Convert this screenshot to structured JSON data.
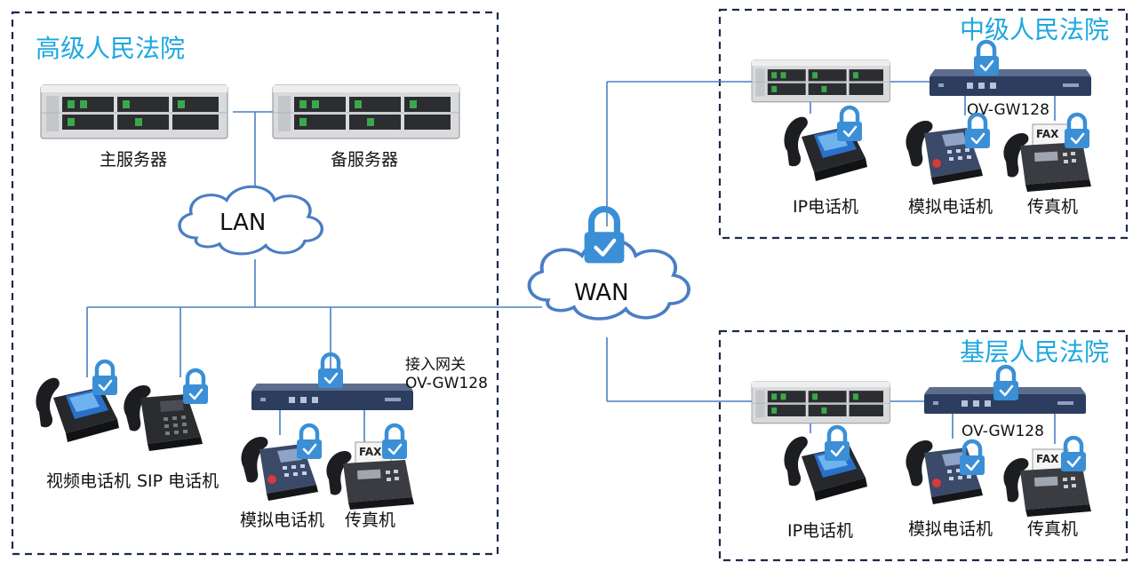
{
  "regions": {
    "high_court": {
      "title": "高级人民法院"
    },
    "mid_court": {
      "title": "中级人民法院"
    },
    "basic_court": {
      "title": "基层人民法院"
    }
  },
  "high_court": {
    "main_server_label": "主服务器",
    "backup_server_label": "备服务器",
    "lan_label": "LAN",
    "video_phone_label": "视频电话机",
    "sip_phone_label": "SIP 电话机",
    "analog_phone_label": "模拟电话机",
    "fax_label": "传真机",
    "gateway_label_line1": "接入网关",
    "gateway_label_line2": "OV-GW128"
  },
  "wan_label": "WAN",
  "mid_court": {
    "gateway_label": "OV-GW128",
    "ip_phone_label": "IP电话机",
    "analog_phone_label": "模拟电话机",
    "fax_label": "传真机"
  },
  "basic_court": {
    "gateway_label": "OV-GW128",
    "ip_phone_label": "IP电话机",
    "analog_phone_label": "模拟电话机",
    "fax_label": "传真机"
  },
  "device_text": {
    "fax_screen": "FAX"
  },
  "colors": {
    "accent": "#1ea7e1",
    "link": "#4a7ec4",
    "border": "#1b2a4e",
    "cloud_stroke": "#4a7ec4",
    "lock": "#3a8fd6"
  }
}
